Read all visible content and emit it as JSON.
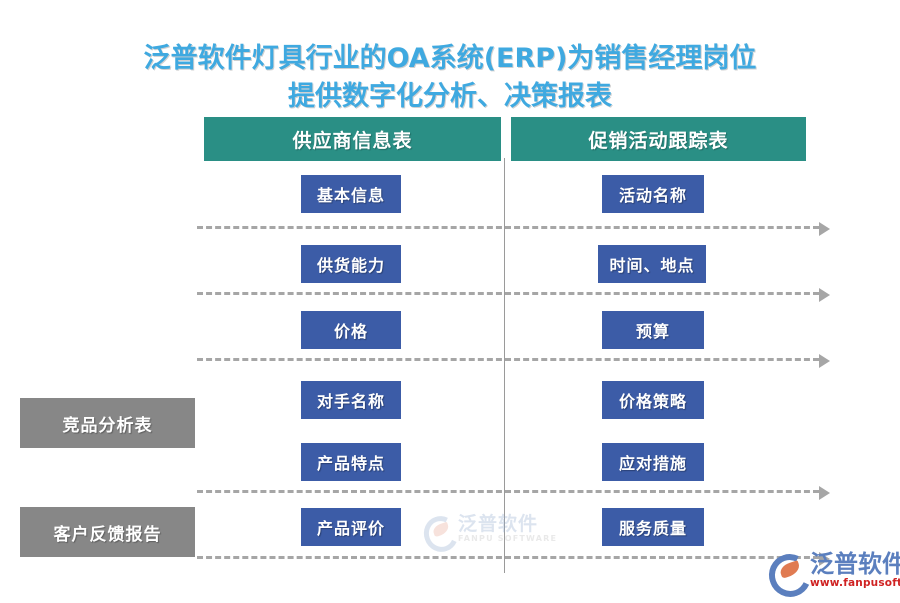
{
  "title": {
    "line1": "泛普软件灯具行业的OA系统(ERP)为销售经理岗位",
    "line2": "提供数字化分析、决策报表",
    "color": "#3fa9e0"
  },
  "columns": {
    "left_header": "供应商信息表",
    "right_header": "促销活动跟踪表",
    "header_color": "#2a8f85",
    "box_color": "#3c5ca7"
  },
  "left_items": [
    {
      "label": "基本信息"
    },
    {
      "label": "供货能力"
    },
    {
      "label": "价格"
    },
    {
      "label": "对手名称"
    },
    {
      "label": "产品特点"
    },
    {
      "label": "产品评价"
    }
  ],
  "right_items": [
    {
      "label": "活动名称"
    },
    {
      "label": "时间、地点"
    },
    {
      "label": "预算"
    },
    {
      "label": "价格策略"
    },
    {
      "label": "应对措施"
    },
    {
      "label": "服务质量"
    }
  ],
  "side_labels": [
    {
      "label": "竞品分析表"
    },
    {
      "label": "客户反馈报告"
    }
  ],
  "side_label_color": "#878787",
  "connector_color": "#a6a6a6",
  "watermark": {
    "cn": "泛普软件",
    "en": "FANPU SOFTWARE"
  },
  "logo": {
    "cn": "泛普软件",
    "url": "www.fanpusoft.com",
    "cn_color": "#5b7fbe",
    "url_color": "#cf2222"
  }
}
